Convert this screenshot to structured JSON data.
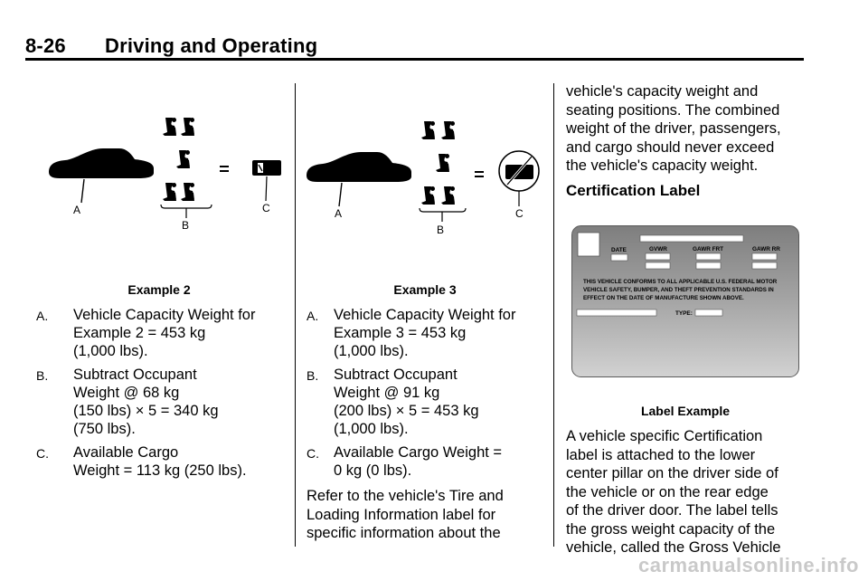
{
  "header": {
    "page_number": "8-26",
    "section_title": "Driving and Operating"
  },
  "col1": {
    "diagram_labels": {
      "a": "A",
      "b": "B",
      "c": "C"
    },
    "caption": "Example 2",
    "items": [
      {
        "label": "A.",
        "text": "Vehicle Capacity Weight for\nExample 2 = 453 kg\n(1,000 lbs)."
      },
      {
        "label": "B.",
        "text": "Subtract Occupant\nWeight @ 68 kg\n(150 lbs) × 5 = 340 kg\n(750 lbs)."
      },
      {
        "label": "C.",
        "text": "Available Cargo\nWeight = 113 kg (250 lbs)."
      }
    ]
  },
  "col2": {
    "diagram_labels": {
      "a": "A",
      "b": "B",
      "c": "C"
    },
    "caption": "Example 3",
    "items": [
      {
        "label": "A.",
        "text": "Vehicle Capacity Weight for\nExample 3 = 453 kg\n(1,000 lbs)."
      },
      {
        "label": "B.",
        "text": "Subtract Occupant\nWeight @ 91 kg\n(200 lbs) × 5 = 453 kg\n(1,000 lbs)."
      },
      {
        "label": "C.",
        "text": "Available Cargo Weight =\n0 kg (0 lbs)."
      }
    ],
    "paragraph": "Refer to the vehicle's Tire and\nLoading Information label for\nspecific information about the"
  },
  "col3": {
    "paragraph_top": "vehicle's capacity weight and\nseating positions. The combined\nweight of the driver, passengers,\nand cargo should never exceed\nthe vehicle's capacity weight.",
    "heading": "Certification Label",
    "label_image": {
      "date": "DATE",
      "gvwr": "GVWR",
      "gawr_frt": "GAWR FRT",
      "gawr_rr": "GAWR RR",
      "conform_line1": "THIS VEHICLE CONFORMS TO ALL APPLICABLE U.S. FEDERAL MOTOR",
      "conform_line2": "VEHICLE SAFETY, BUMPER, AND THEFT PREVENTION STANDARDS IN",
      "conform_line3": "EFFECT ON THE DATE OF MANUFACTURE SHOWN ABOVE.",
      "type": "TYPE:"
    },
    "caption": "Label Example",
    "paragraph_bottom": "A vehicle specific Certification\nlabel is attached to the lower\ncenter pillar on the driver side of\nthe vehicle or on the rear edge\nof the driver door. The label tells\nthe gross weight capacity of the\nvehicle, called the Gross Vehicle"
  },
  "watermark": "carmanualsonline.info"
}
